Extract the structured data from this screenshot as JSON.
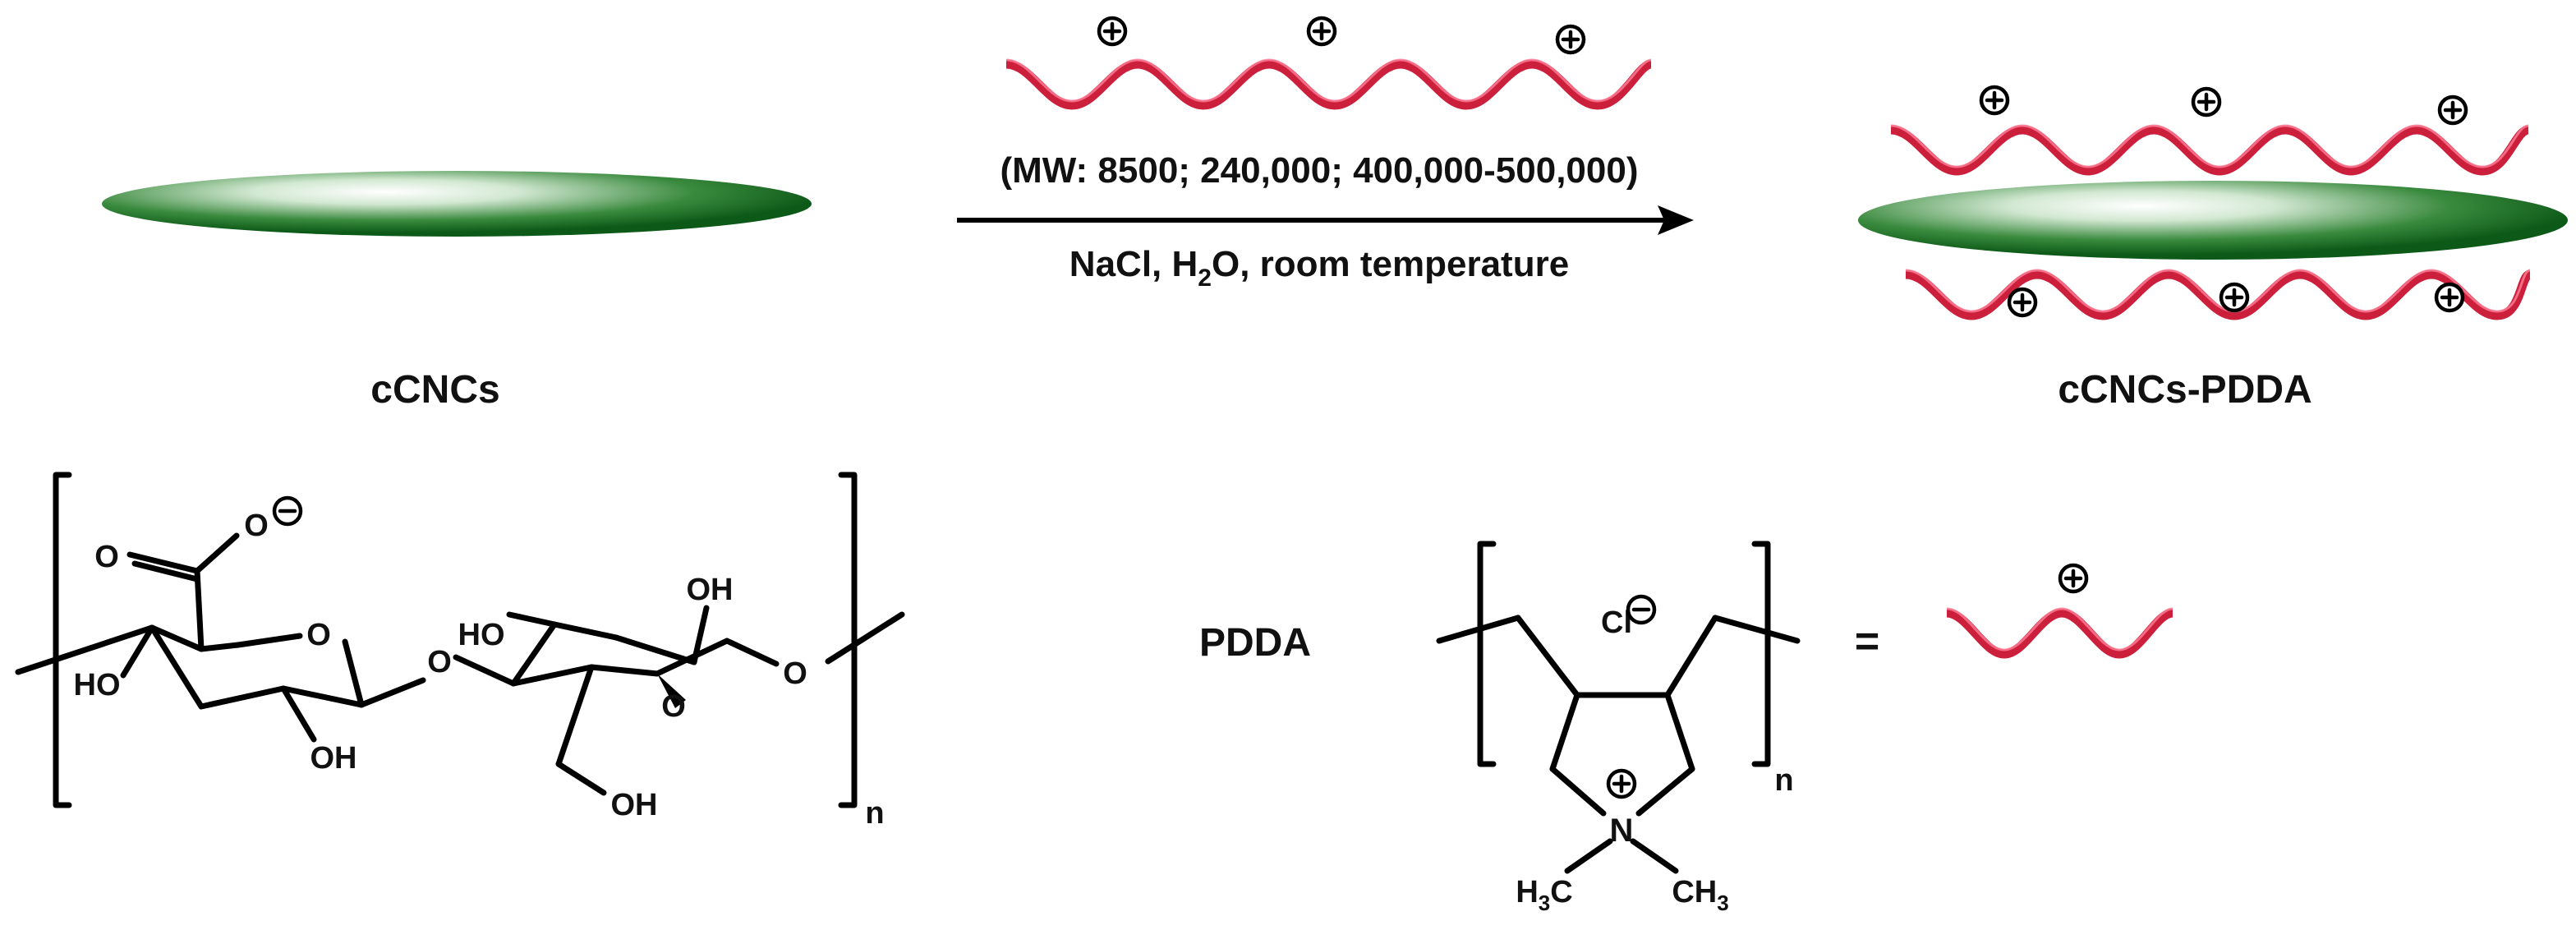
{
  "labels": {
    "ccncs": "cCNCs",
    "ccncs_pdda": "cCNCs-PDDA",
    "molecular_weights": "(MW: 8500; 240,000; 400,000-500,000)",
    "cond_pre": "NaCl, H",
    "cond_sub": "2",
    "cond_post": "O, room temperature",
    "pdda": "PDDA",
    "equals": "="
  },
  "cellulose_structure": {
    "carboxyl_o": "O",
    "carboxylate_o": "O",
    "ring_o_left": "O",
    "ring_o_right": "O",
    "glycosidic_o": "O",
    "terminal_o": "O",
    "ho_left": "HO",
    "oh_bottom_left": "OH",
    "ho_right": "HO",
    "oh_top_right": "OH",
    "oh_ch2": "OH",
    "repeat_n": "n"
  },
  "pdda_structure": {
    "counterion": "Cl",
    "nitrogen": "N",
    "methyl_left_pre": "H",
    "methyl_left_sub": "3",
    "methyl_left_post": "C",
    "methyl_right_pre": "CH",
    "methyl_right_sub": "3",
    "repeat_n": "n"
  },
  "colors": {
    "rod_green_dark": "#0d5a18",
    "rod_green_light": "#ffffff",
    "polymer_red": "#cc1f3c"
  }
}
